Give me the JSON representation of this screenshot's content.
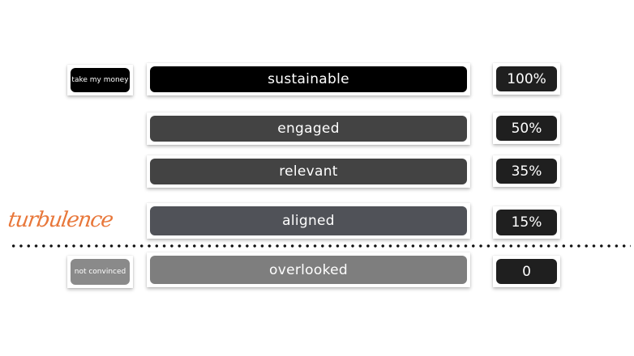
{
  "tags": {
    "top": "take my money",
    "bottom": "not convinced"
  },
  "rows": [
    {
      "label": "sustainable",
      "value": "100%",
      "color": "#000000"
    },
    {
      "label": "engaged",
      "value": "50%",
      "color": "#434343"
    },
    {
      "label": "relevant",
      "value": "35%",
      "color": "#434343"
    },
    {
      "label": "aligned",
      "value": "15%",
      "color": "#505258"
    },
    {
      "label": "overlooked",
      "value": "0",
      "color": "#7e7e7e"
    }
  ],
  "divider_label": "turbulence",
  "colors": {
    "accent": "#e8773a",
    "value_box": "#1f1f1f",
    "tag_top": "#000000",
    "tag_bottom": "#8a8a8a"
  }
}
